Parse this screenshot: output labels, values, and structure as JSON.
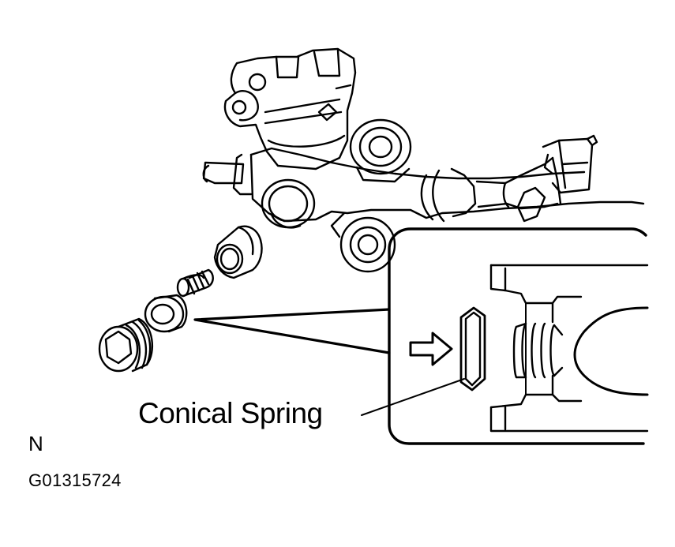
{
  "diagram": {
    "callout_label": "Conical Spring",
    "view_marker": "N",
    "figure_code": "G01315724",
    "colors": {
      "ink": "#000000",
      "paper": "#ffffff"
    }
  },
  "icons": {
    "arrow": "hollow-right-arrow-icon"
  }
}
